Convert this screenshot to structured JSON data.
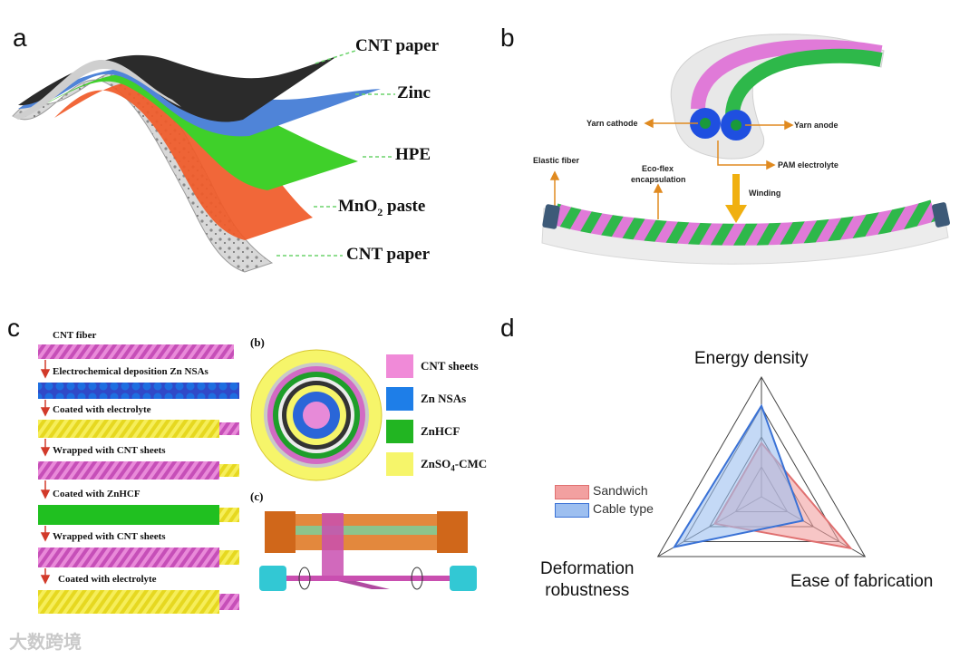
{
  "panels": {
    "a": "a",
    "b": "b",
    "c": "c",
    "d": "d"
  },
  "panel_a": {
    "layers": [
      "CNT paper",
      "Zinc",
      "HPE",
      "MnO",
      "2",
      " paste",
      "CNT paper"
    ]
  },
  "panel_b": {
    "yarn_cathode": "Yarn cathode",
    "yarn_anode": "Yarn anode",
    "elastic_fiber": "Elastic fiber",
    "ecoflex": "Eco-flex",
    "encapsulation": "encapsulation",
    "pam": "PAM  electrolyte",
    "winding": "Winding"
  },
  "panel_c": {
    "steps": [
      "CNT fiber",
      "Electrochemical deposition  Zn NSAs",
      "Coated with electrolyte",
      "Wrapped with CNT sheets",
      "Coated with ZnHCF",
      "Wrapped with CNT sheets",
      "Coated with electrolyte"
    ],
    "sub_b": "(b)",
    "sub_c": "(c)",
    "legend": [
      {
        "label": "CNT sheets",
        "color": "#f08ad8"
      },
      {
        "label": "Zn NSAs",
        "color": "#1e7ee8"
      },
      {
        "label": "ZnHCF",
        "color": "#22b522"
      },
      {
        "label": "ZnSO",
        "sub": "4",
        "suffix": "-CMC",
        "color": "#f6f56a"
      }
    ]
  },
  "chart_data": {
    "type": "radar",
    "axes": [
      "Energy density",
      "Ease of fabrication",
      "Deformation robustness"
    ],
    "axis_label_lines": [
      [
        "Energy density"
      ],
      [
        "Ease of fabrication"
      ],
      [
        "Deformation",
        "robustness"
      ]
    ],
    "range": [
      0,
      1
    ],
    "series": [
      {
        "name": "Sandwich",
        "values": [
          0.45,
          0.86,
          0.45
        ],
        "color": "#f2a0a0"
      },
      {
        "name": "Cable type",
        "values": [
          0.76,
          0.4,
          0.84
        ],
        "color": "#9dbff0"
      }
    ],
    "legend_position": "left"
  },
  "watermark": "大数跨境"
}
